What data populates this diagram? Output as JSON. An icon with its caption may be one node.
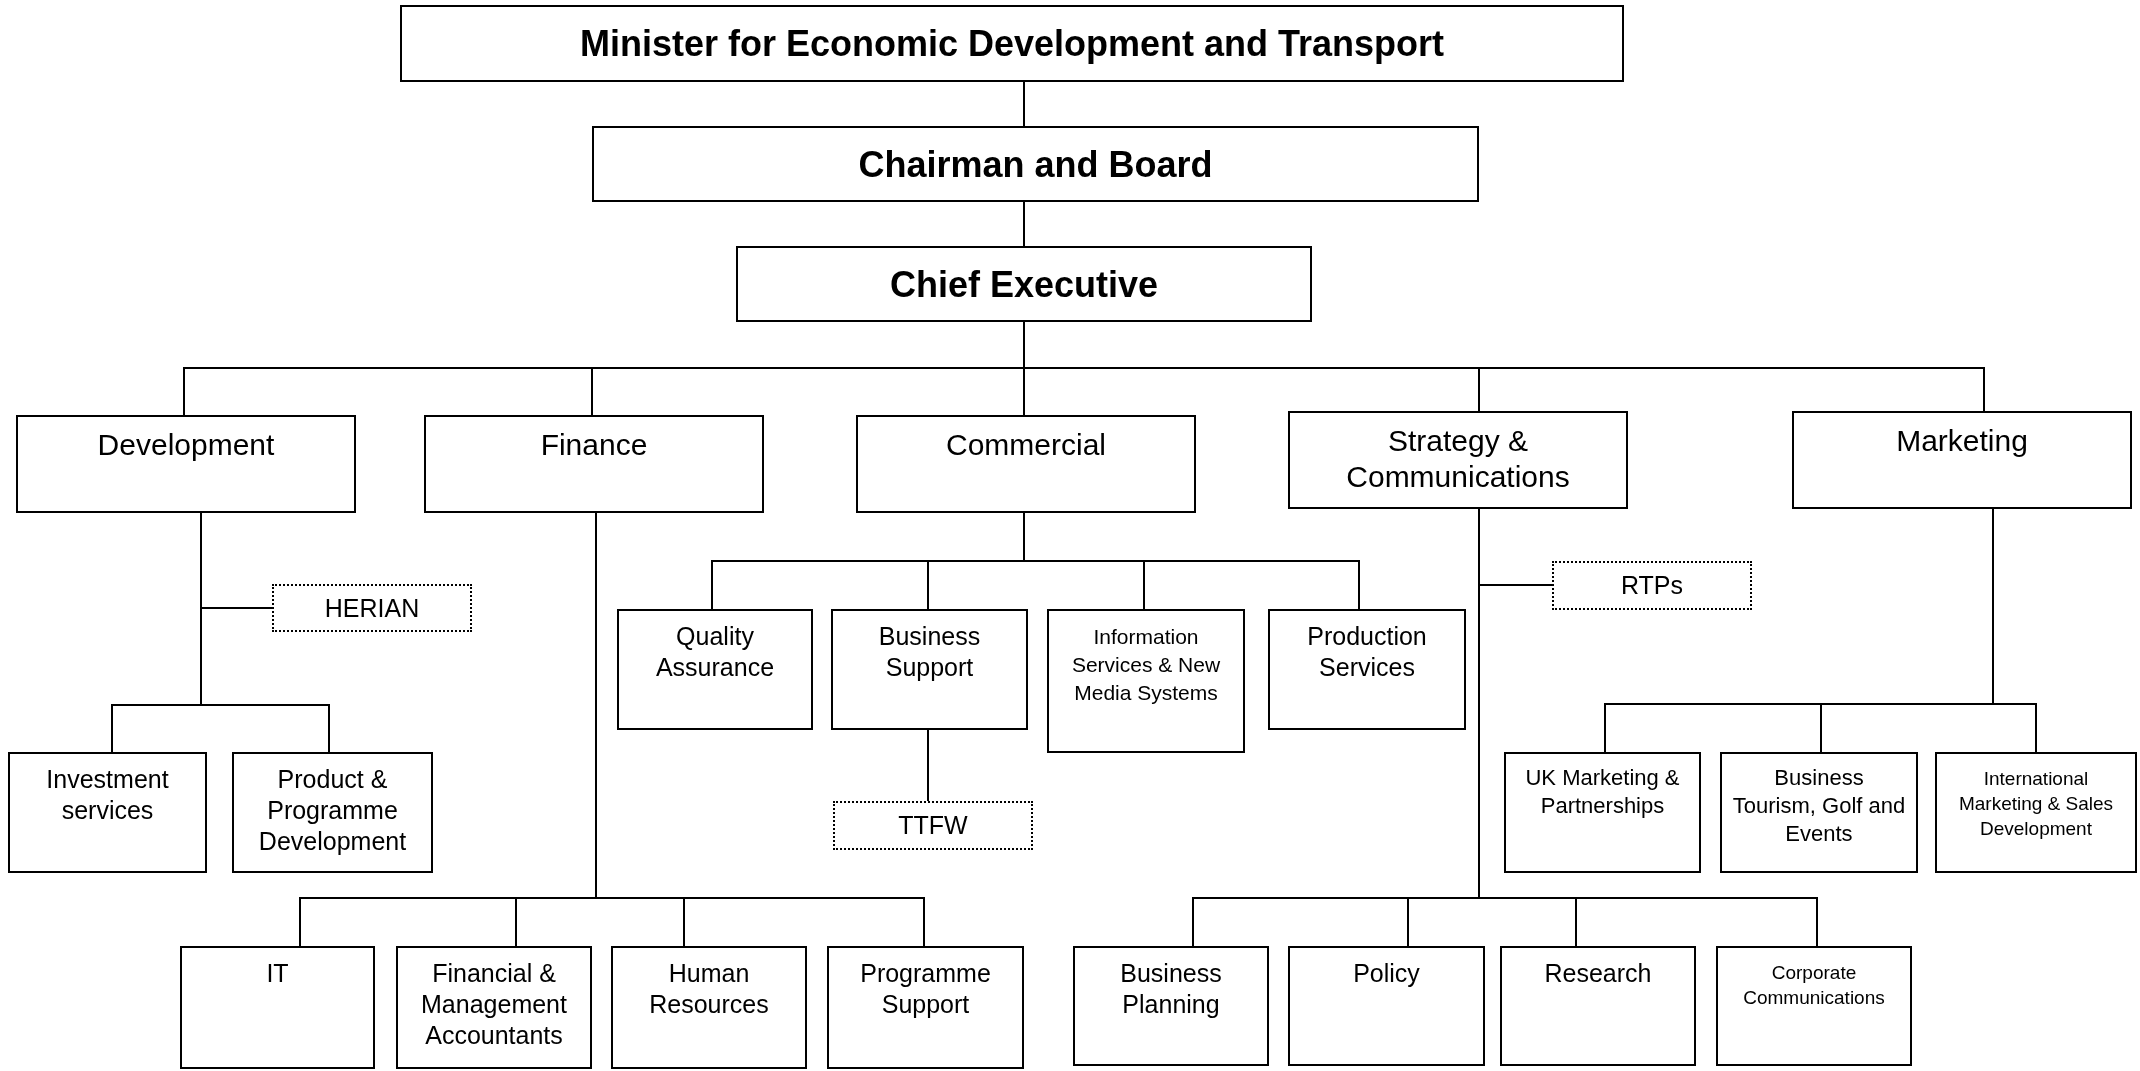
{
  "diagram": {
    "nodes": [
      {
        "text": [
          "Minister for Economic Development and Transport"
        ]
      },
      {
        "text": [
          "Chairman and Board"
        ]
      },
      {
        "text": [
          "Chief Executive"
        ]
      },
      {
        "text": [
          "Development"
        ]
      },
      {
        "text": [
          "Finance"
        ]
      },
      {
        "text": [
          "Commercial"
        ]
      },
      {
        "text": [
          "Strategy & Communications"
        ]
      },
      {
        "text": [
          "Marketing"
        ]
      },
      {
        "text": [
          "HERIAN"
        ]
      },
      {
        "text": [
          "Investment services"
        ]
      },
      {
        "text": [
          "Product & Programme Development"
        ]
      },
      {
        "text": [
          "Quality Assurance"
        ]
      },
      {
        "text": [
          "Business Support"
        ]
      },
      {
        "text": [
          "Information Services & New Media Systems"
        ]
      },
      {
        "text": [
          "Production Services"
        ]
      },
      {
        "text": [
          "TTFW"
        ]
      },
      {
        "text": [
          "RTPs"
        ]
      },
      {
        "text": [
          "UK Marketing & Partnerships"
        ]
      },
      {
        "text": [
          "Business Tourism, Golf and Events"
        ]
      },
      {
        "text": [
          "International Marketing & Sales Development"
        ]
      },
      {
        "text": [
          "IT"
        ]
      },
      {
        "text": [
          "Financial & Management Accountants"
        ]
      },
      {
        "text": [
          "Human Resources"
        ]
      },
      {
        "text": [
          "Programme Support"
        ]
      },
      {
        "text": [
          "Business Planning"
        ]
      },
      {
        "text": [
          "Policy"
        ]
      },
      {
        "text": [
          "Research"
        ]
      },
      {
        "text": [
          "Corporate Communications"
        ]
      }
    ],
    "edges": [
      {
        "from": 0,
        "to": 1,
        "arrow": "none"
      },
      {
        "from": 1,
        "to": 2,
        "arrow": "none"
      },
      {
        "from": 2,
        "to": 3,
        "arrow": "none"
      },
      {
        "from": 2,
        "to": 4,
        "arrow": "none"
      },
      {
        "from": 2,
        "to": 5,
        "arrow": "none"
      },
      {
        "from": 2,
        "to": 6,
        "arrow": "none"
      },
      {
        "from": 2,
        "to": 7,
        "arrow": "none"
      },
      {
        "from": 3,
        "to": 8,
        "arrow": "none"
      },
      {
        "from": 3,
        "to": 9,
        "arrow": "none"
      },
      {
        "from": 3,
        "to": 10,
        "arrow": "none"
      },
      {
        "from": 5,
        "to": 11,
        "arrow": "none"
      },
      {
        "from": 5,
        "to": 12,
        "arrow": "none"
      },
      {
        "from": 5,
        "to": 13,
        "arrow": "none"
      },
      {
        "from": 5,
        "to": 14,
        "arrow": "none"
      },
      {
        "from": 12,
        "to": 15,
        "arrow": "none"
      },
      {
        "from": 6,
        "to": 16,
        "arrow": "none"
      },
      {
        "from": 7,
        "to": 17,
        "arrow": "none"
      },
      {
        "from": 7,
        "to": 18,
        "arrow": "none"
      },
      {
        "from": 7,
        "to": 19,
        "arrow": "none"
      },
      {
        "from": 4,
        "to": 20,
        "arrow": "none"
      },
      {
        "from": 4,
        "to": 21,
        "arrow": "none"
      },
      {
        "from": 4,
        "to": 22,
        "arrow": "none"
      },
      {
        "from": 4,
        "to": 23,
        "arrow": "none"
      },
      {
        "from": 6,
        "to": 24,
        "arrow": "none"
      },
      {
        "from": 6,
        "to": 25,
        "arrow": "none"
      },
      {
        "from": 6,
        "to": 26,
        "arrow": "none"
      },
      {
        "from": 6,
        "to": 27,
        "arrow": "none"
      }
    ]
  }
}
